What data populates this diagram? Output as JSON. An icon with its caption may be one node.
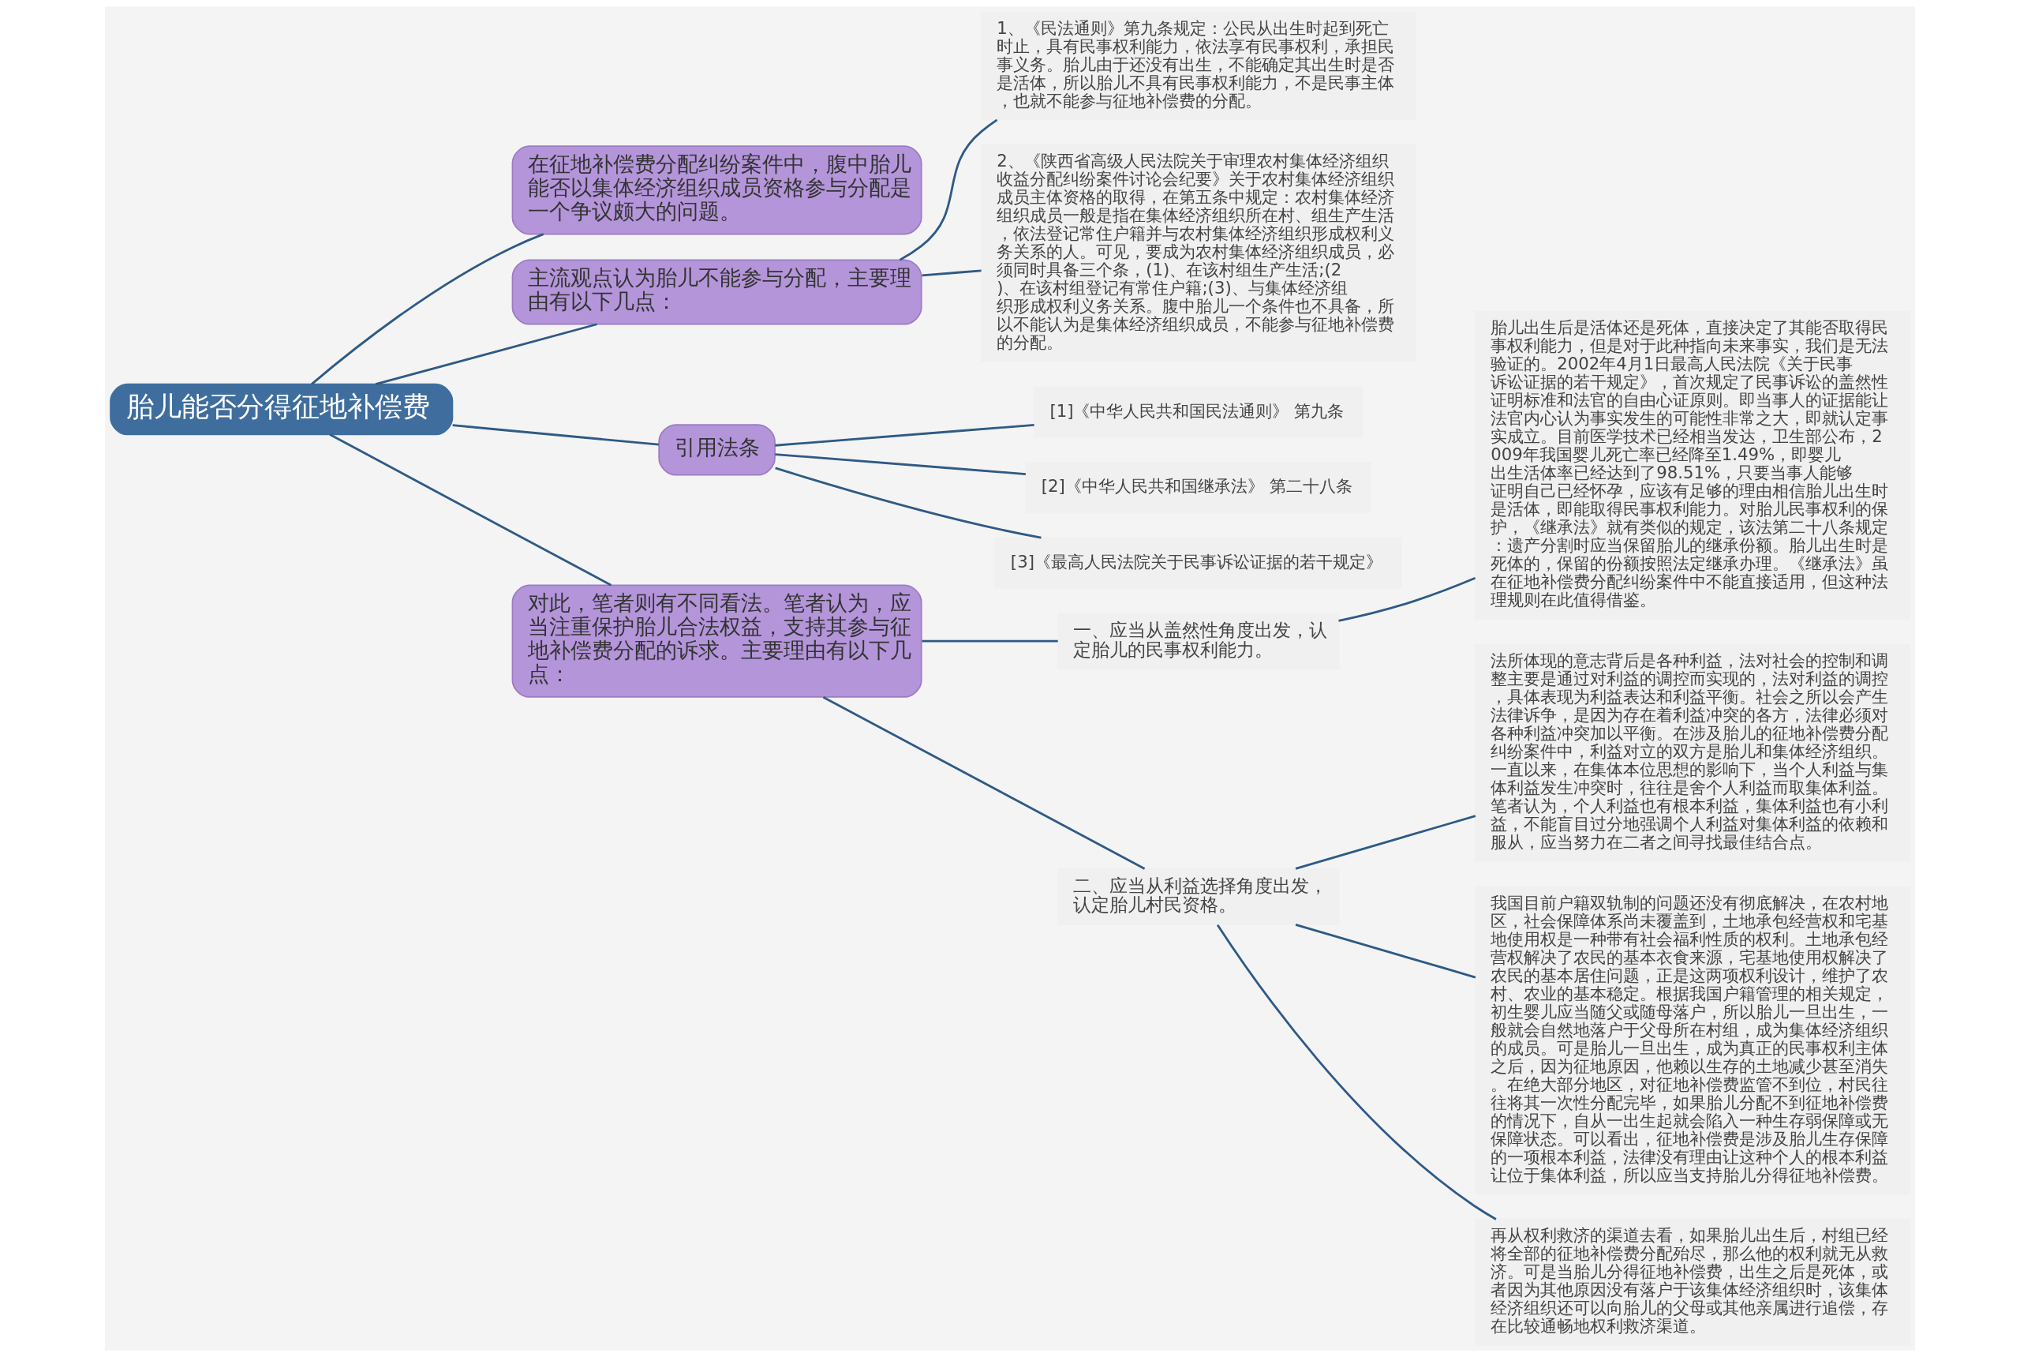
{
  "diagram": {
    "nodes": [
      {
        "text": [
          "胎儿能否分得征地补偿费"
        ]
      },
      {
        "text": [
          "在征地补偿费分配纠纷案件中，腹中胎儿能否以集体经济组织成员资格参与分配是一个争议颇大的问题。"
        ]
      },
      {
        "text": [
          "主流观点认为胎儿不能参与分配，主要理由有以下几点："
        ]
      },
      {
        "text": [
          "1、《民法通则》第九条规定：公民从出生时起到死亡时止，具有民事权利能力，依法享有民事权利，承担民事义务。胎儿由于还没有出生，不能确定其出生时是否是活体，所以胎儿不具有民事权利能力，不是民事主体，也就不能参与征地补偿费的分配。"
        ]
      },
      {
        "text": [
          "2、《陕西省高级人民法院关于审理农村集体经济组织收益分配纠纷案件讨论会纪要》关于农村集体经济组织成员主体资格的取得，在第五条中规定：农村集体经济组织成员一般是指在集体经济组织所在村、组生产生活，依法登记常住户籍并与农村集体经济组织形成权利义务关系的人。可见，要成为农村集体经济组织成员，必须同时具备三个条，(1)、在该村组生产生活;(2)、在该村组登记有常住户籍;(3)、与集体经济组织形成权利义务关系。腹中胎儿一个条件也不具备，所以不能认为是集体经济组织成员，不能参与征地补偿费的分配。"
        ]
      },
      {
        "text": [
          "引用法条"
        ]
      },
      {
        "text": [
          "[1]《中华人民共和国民法通则》 第九条"
        ]
      },
      {
        "text": [
          "[2]《中华人民共和国继承法》 第二十八条"
        ]
      },
      {
        "text": [
          "[3]《最高人民法院关于民事诉讼证据的若干规定》"
        ]
      },
      {
        "text": [
          "对此，笔者则有不同看法。笔者认为，应当注重保护胎儿合法权益，支持其参与征地补偿费分配的诉求。主要理由有以下几点："
        ]
      },
      {
        "text": [
          "一、应当从盖然性角度出发，认定胎儿的民事权利能力。"
        ]
      },
      {
        "text": [
          "胎儿出生后是活体还是死体，直接决定了其能否取得民事权利能力，但是对于此种指向未来事实，我们是无法验证的。2002年4月1日最高人民法院《关于民事诉讼证据的若干规定》，首次规定了民事诉讼的盖然性证明标准和法官的自由心证原则。即当事人的证据能让法官内心认为事实发生的可能性非常之大，即就认定事实成立。目前医学技术已经相当发达，卫生部公布，2009年我国婴儿死亡率已经降至1.49%，即婴儿出生活体率已经达到了98.51%，只要当事人能够证明自己已经怀孕，应该有足够的理由相信胎儿出生时是活体，即能取得民事权利能力。对胎儿民事权利的保护，《继承法》就有类似的规定，该法第二十八条规定：遗产分割时应当保留胎儿的继承份额。胎儿出生时是死体的，保留的份额按照法定继承办理。《继承法》虽在征地补偿费分配纠纷案件中不能直接适用，但这种法理规则在此值得借鉴。"
        ]
      },
      {
        "text": [
          "二、应当从利益选择角度出发，认定胎儿村民资格。"
        ]
      },
      {
        "text": [
          "法所体现的意志背后是各种利益，法对社会的控制和调整主要是通过对利益的调控而实现的，法对利益的调控，具体表现为利益表达和利益平衡。社会之所以会产生法律诉争，是因为存在着利益冲突的各方，法律必须对各种利益冲突加以平衡。在涉及胎儿的征地补偿费分配纠纷案件中，利益对立的双方是胎儿和集体经济组织。一直以来，在集体本位思想的影响下，当个人利益与集体利益发生冲突时，往往是舍个人利益而取集体利益。笔者认为，个人利益也有根本利益，集体利益也有小利益，不能盲目过分地强调个人利益对集体利益的依赖和服从，应当努力在二者之间寻找最佳结合点。"
        ]
      },
      {
        "text": [
          "我国目前户籍双轨制的问题还没有彻底解决，在农村地区，社会保障体系尚未覆盖到，土地承包经营权和宅基地使用权是一种带有社会福利性质的权利。土地承包经营权解决了农民的基本衣食来源，宅基地使用权解决了农民的基本居住问题，正是这两项权利设计，维护了农村、农业的基本稳定。根据我国户籍管理的相关规定，初生婴儿应当随父或随母落户，所以胎儿一旦出生，一般就会自然地落户于父母所在村组，成为集体经济组织的成员。可是胎儿一旦出生，成为真正的民事权利主体之后，因为征地原因，他赖以生存的土地减少甚至消失。在绝大部分地区，对征地补偿费监管不到位，村民往往将其一次性分配完毕，如果胎儿分配不到征地补偿费的情况下，自从一出生起就会陷入一种生存弱保障或无保障状态。可以看出，征地补偿费是涉及胎儿生存保障的一项根本利益，法律没有理由让这种个人的根本利益让位于集体利益，所以应当支持胎儿分得征地补偿费。"
        ]
      },
      {
        "text": [
          "再从权利救济的渠道去看，如果胎儿出生后，村组已经将全部的征地补偿费分配殆尽，那么他的权利就无从救济。可是当胎儿分得征地补偿费，出生之后是死体，或者因为其他原因没有落户于该集体经济组织时，该集体经济组织还可以向胎儿的父母或其他亲属进行追偿，存在比较通畅地权利救济渠道。"
        ]
      }
    ],
    "edges": [
      {
        "from": 0,
        "to": 1,
        "arrow": "none"
      },
      {
        "from": 0,
        "to": 2,
        "arrow": "none"
      },
      {
        "from": 2,
        "to": 3,
        "arrow": "none"
      },
      {
        "from": 2,
        "to": 4,
        "arrow": "none"
      },
      {
        "from": 0,
        "to": 5,
        "arrow": "none"
      },
      {
        "from": 5,
        "to": 6,
        "arrow": "none"
      },
      {
        "from": 5,
        "to": 7,
        "arrow": "none"
      },
      {
        "from": 5,
        "to": 8,
        "arrow": "none"
      },
      {
        "from": 0,
        "to": 9,
        "arrow": "none"
      },
      {
        "from": 9,
        "to": 10,
        "arrow": "none"
      },
      {
        "from": 10,
        "to": 11,
        "arrow": "none"
      },
      {
        "from": 9,
        "to": 12,
        "arrow": "none"
      },
      {
        "from": 12,
        "to": 13,
        "arrow": "none"
      },
      {
        "from": 12,
        "to": 14,
        "arrow": "none"
      },
      {
        "from": 12,
        "to": 15,
        "arrow": "none"
      }
    ]
  }
}
